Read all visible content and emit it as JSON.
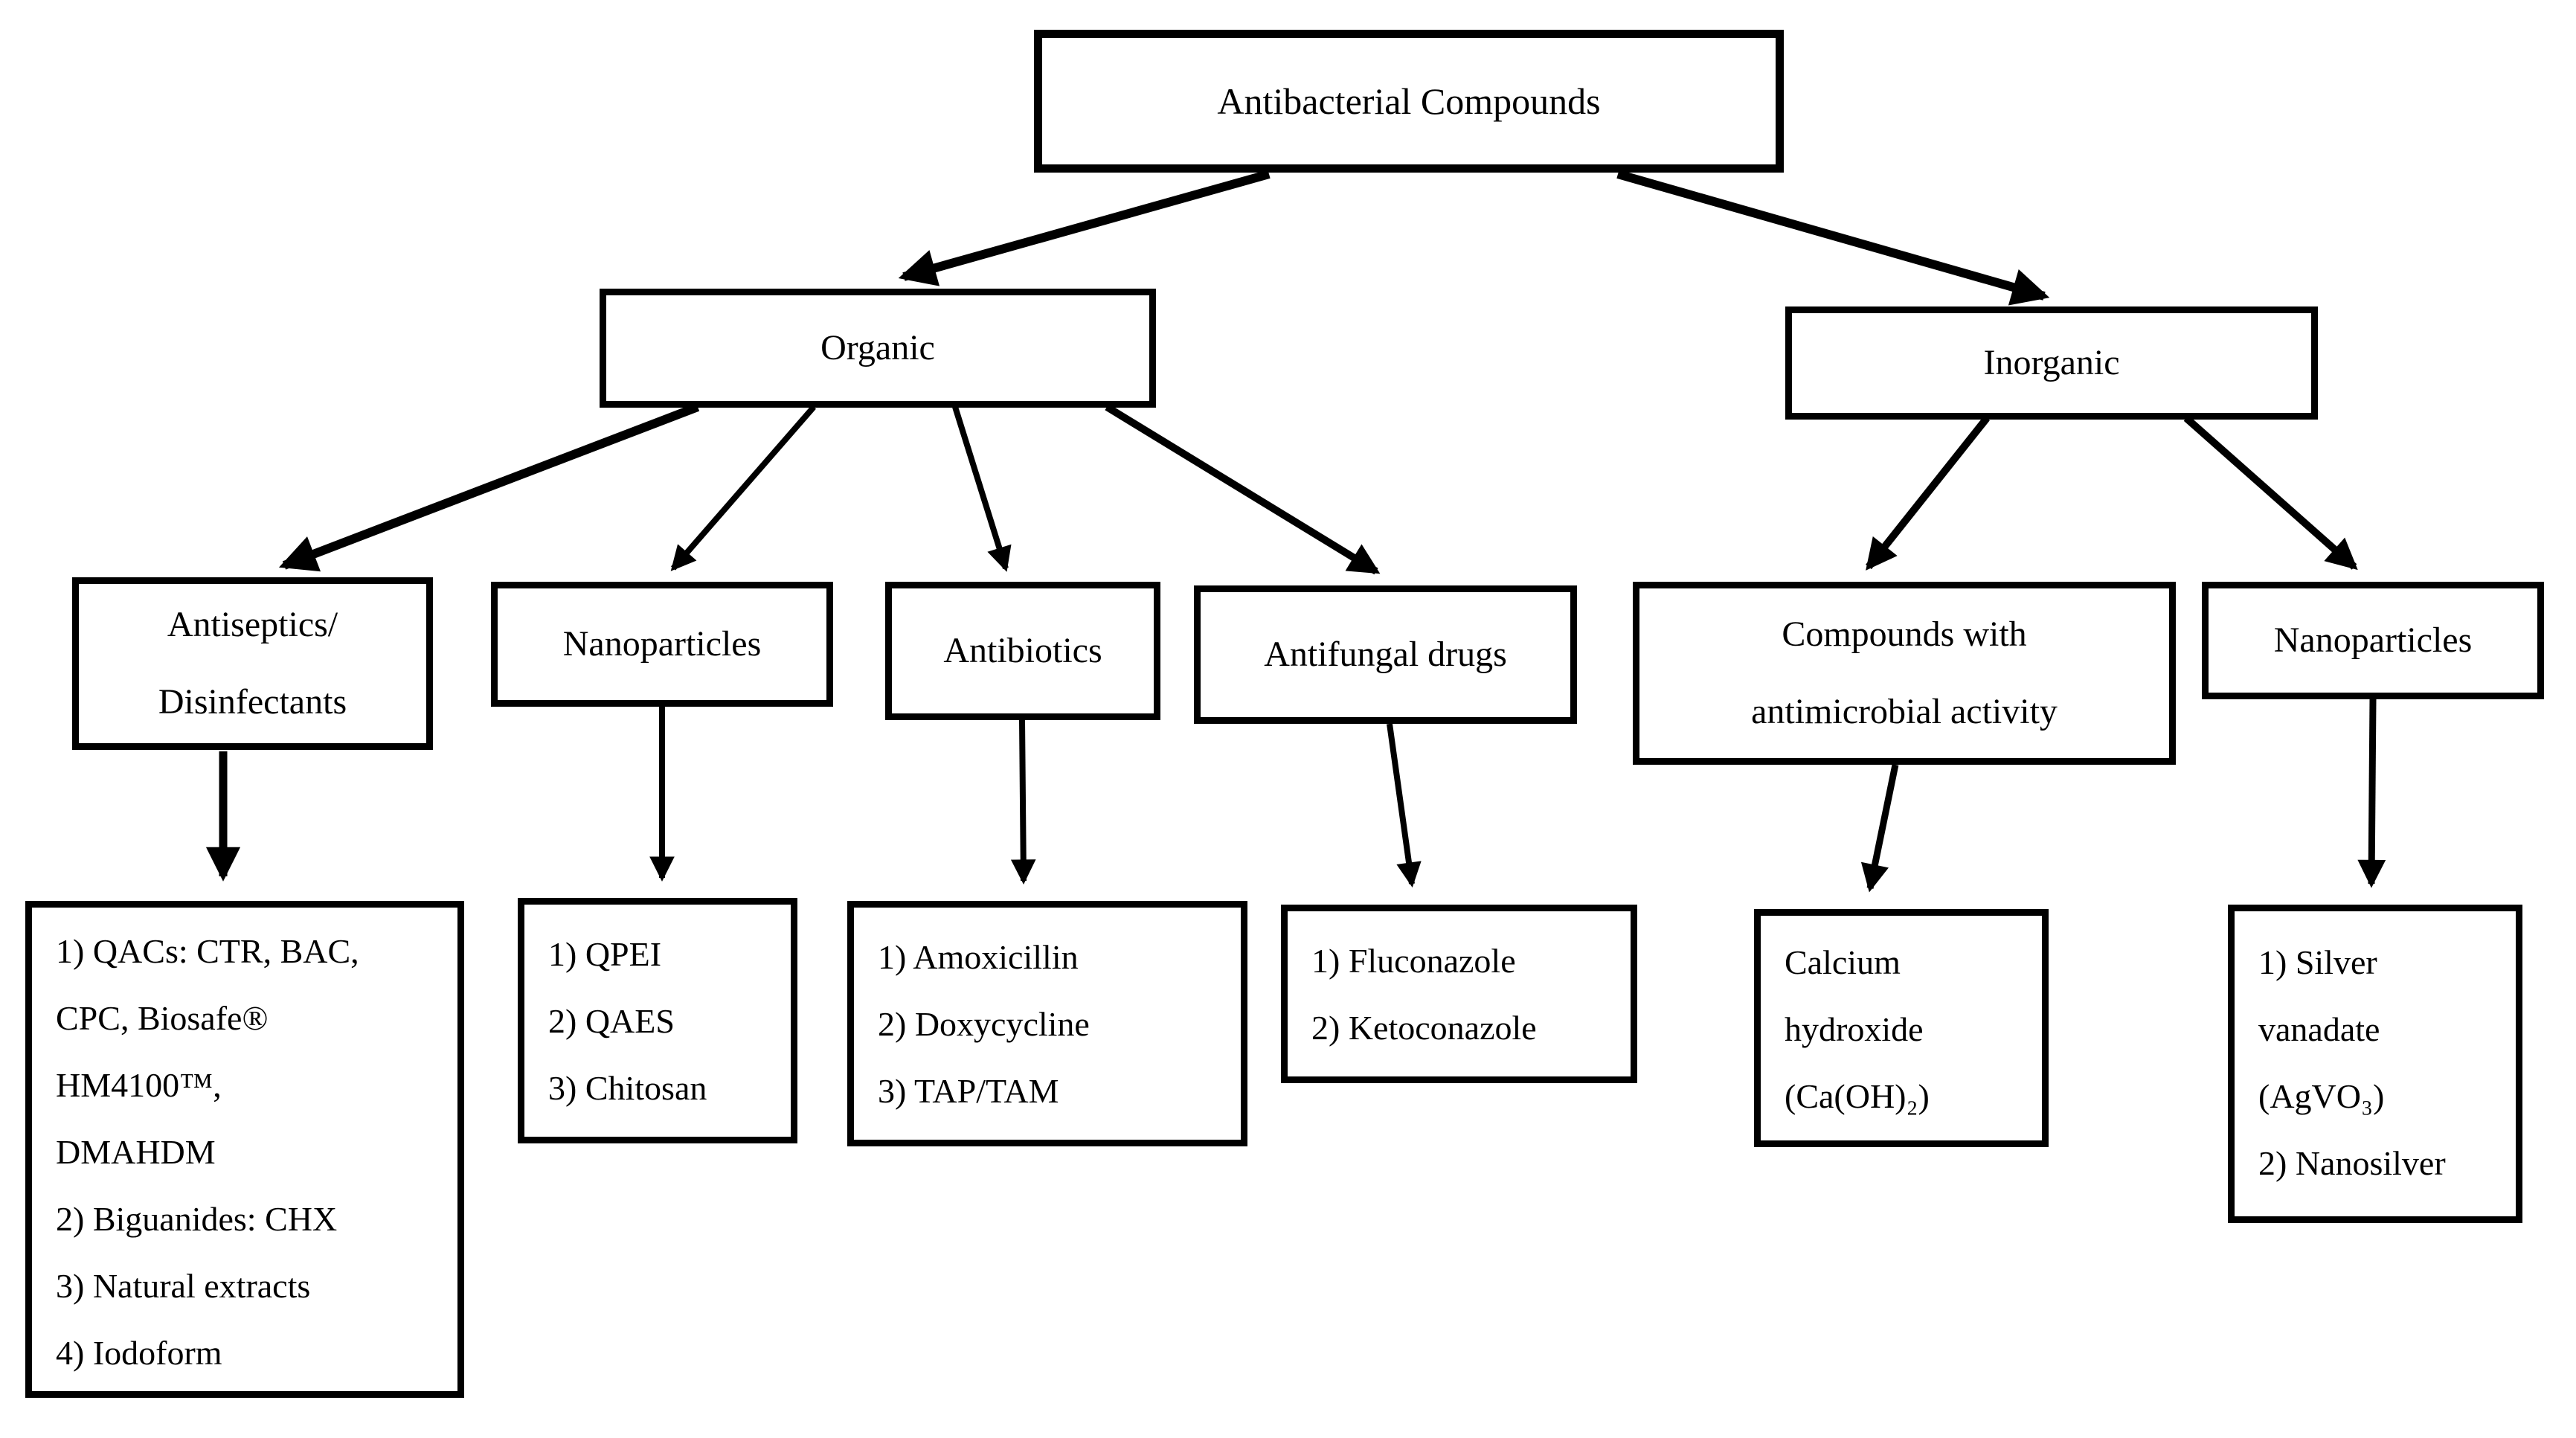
{
  "diagram": {
    "title_node": {
      "label": "Antibacterial Compounds"
    },
    "organic": {
      "label": "Organic"
    },
    "inorganic": {
      "label": "Inorganic"
    },
    "antiseptics": {
      "lines": [
        "Antiseptics/",
        "Disinfectants"
      ]
    },
    "nanoparticles_organic": {
      "label": "Nanoparticles"
    },
    "antibiotics": {
      "label": "Antibiotics"
    },
    "antifungal": {
      "label": "Antifungal drugs"
    },
    "compounds_antimicrobial": {
      "lines": [
        "Compounds with",
        "antimicrobial activity"
      ]
    },
    "nanoparticles_inorganic": {
      "label": "Nanoparticles"
    },
    "antiseptics_list": {
      "lines": [
        "1) QACs: CTR, BAC,",
        "CPC, Biosafe®",
        "HM4100™,",
        "DMAHDM",
        "2) Biguanides: CHX",
        "3) Natural extracts",
        "4) Iodoform"
      ]
    },
    "nanoparticles_organic_list": {
      "lines": [
        "1) QPEI",
        "2) QAES",
        "3) Chitosan"
      ]
    },
    "antibiotics_list": {
      "lines": [
        "1) Amoxicillin",
        "2) Doxycycline",
        "3) TAP/TAM"
      ]
    },
    "antifungal_list": {
      "lines": [
        "1) Fluconazole",
        "2) Ketoconazole"
      ]
    },
    "calcium_hydroxide_list": {
      "lines": [
        "Calcium",
        "hydroxide",
        "(Ca(OH)₂)"
      ]
    },
    "silver_list": {
      "lines": [
        "1) Silver",
        "vanadate",
        "(AgVO₃)",
        "2) Nanosilver"
      ]
    }
  },
  "colors": {
    "line": "#000000",
    "box_fill": "#ffffff",
    "text": "#000000",
    "background": "#ffffff"
  }
}
